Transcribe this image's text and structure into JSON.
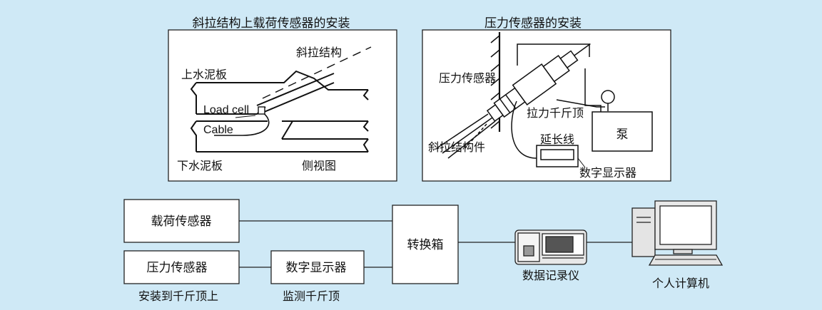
{
  "left_panel": {
    "title": "斜拉结构上载荷传感器的安装",
    "labels": {
      "cable_structure": "斜拉结构",
      "upper_slab": "上水泥板",
      "load_cell": "Load cell",
      "cable": "Cable",
      "lower_slab": "下水泥板",
      "side_view": "侧视图"
    }
  },
  "right_panel": {
    "title": "压力传感器的安装",
    "labels": {
      "pressure_sensor": "压力传感器",
      "jack": "拉力千斤顶",
      "pump": "泵",
      "extension_cable": "延长线",
      "cable_member": "斜拉结构件",
      "digital_display": "数字显示器"
    }
  },
  "flow": {
    "load_sensor": "载荷传感器",
    "pressure_sensor": "压力传感器",
    "pressure_sensor_note": "安装到千斤顶上",
    "digital_display": "数字显示器",
    "digital_display_note": "监测千斤顶",
    "switch_box": "转换箱",
    "data_logger": "数据记录仪",
    "pc": "个人计算机"
  },
  "colors": {
    "background": "#cfe9f6",
    "box_fill": "#ffffff",
    "line": "#1a1a1a"
  }
}
